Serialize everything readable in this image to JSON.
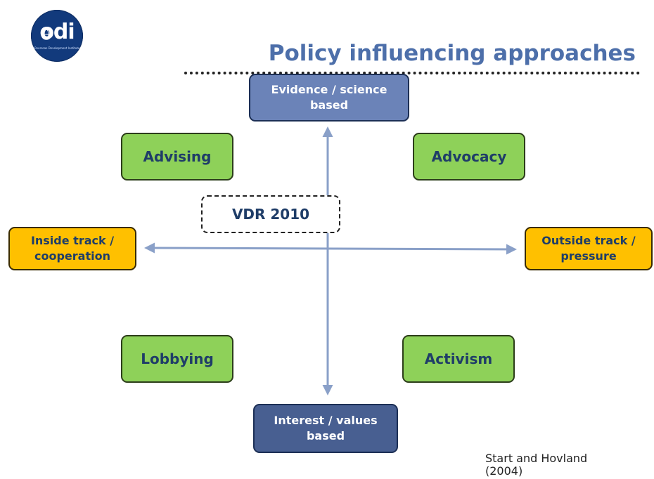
{
  "logo": {
    "text": "odi",
    "subtitle": "Overseas Development Institute"
  },
  "title": "Policy influencing approaches",
  "axes": {
    "top": "Evidence / science based",
    "bottom": "Interest / values based",
    "left": "Inside track  / cooperation",
    "right": "Outside track  / pressure"
  },
  "quadrants": {
    "top_left": "Advising",
    "top_right": "Advocacy",
    "bottom_left": "Lobbying",
    "bottom_right": "Activism"
  },
  "marker": "VDR 2010",
  "citation": "Start and Hovland (2004)",
  "colors": {
    "title": "#4d6faa",
    "quadrant_fill": "#8ed159",
    "side_fill": "#ffc000",
    "top_fill": "#6b83b8",
    "bottom_fill": "#485f91",
    "axis_line": "#8aa0c8"
  }
}
